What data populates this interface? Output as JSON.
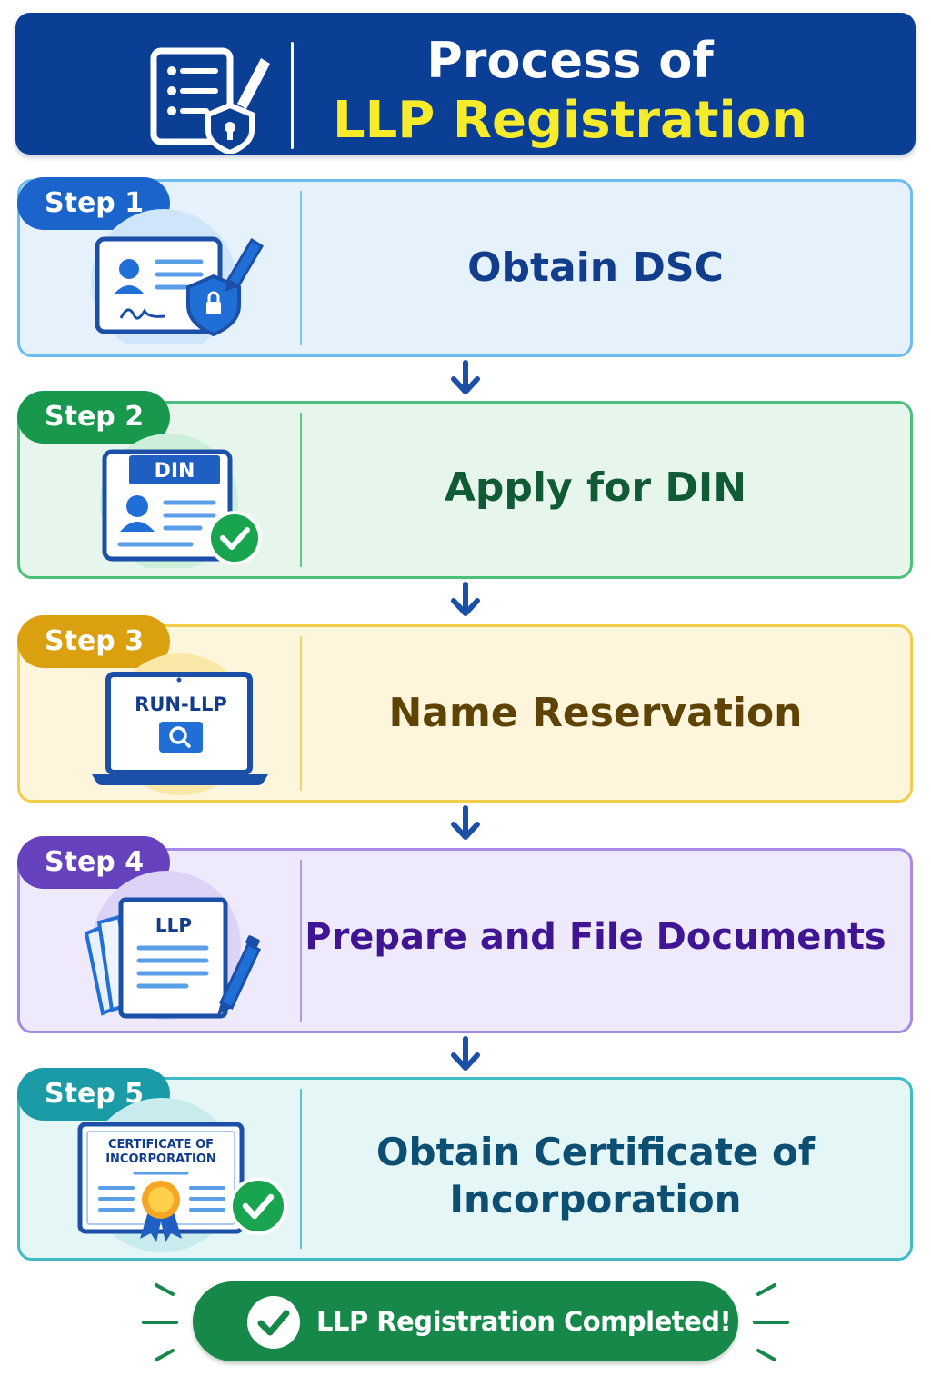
{
  "header": {
    "title_line1": "Process of",
    "title_line2": "LLP Registration",
    "icon": "document-pen-shield-icon"
  },
  "steps": [
    {
      "badge": "Step 1",
      "title": "Obtain DSC",
      "icon": "digital-signature-card-icon",
      "color": "#1b64cc"
    },
    {
      "badge": "Step 2",
      "title": "Apply for DIN",
      "icon": "din-id-card-icon",
      "icon_label": "DIN",
      "color": "#17984d"
    },
    {
      "badge": "Step 3",
      "title": "Name Reservation",
      "icon": "laptop-search-icon",
      "icon_label": "RUN-LLP",
      "color": "#dba00f"
    },
    {
      "badge": "Step 4",
      "title": "Prepare and File Documents",
      "icon": "documents-pen-icon",
      "icon_label": "LLP",
      "color": "#6642bf"
    },
    {
      "badge": "Step 5",
      "title_line1": "Obtain Certificate of",
      "title_line2": "Incorporation",
      "icon": "certificate-icon",
      "icon_label_line1": "CERTIFICATE OF",
      "icon_label_line2": "INCORPORATION",
      "color": "#1a9ba6"
    }
  ],
  "completion": {
    "text": "LLP Registration Completed!",
    "icon": "check-circle-icon",
    "color": "#16894a"
  }
}
